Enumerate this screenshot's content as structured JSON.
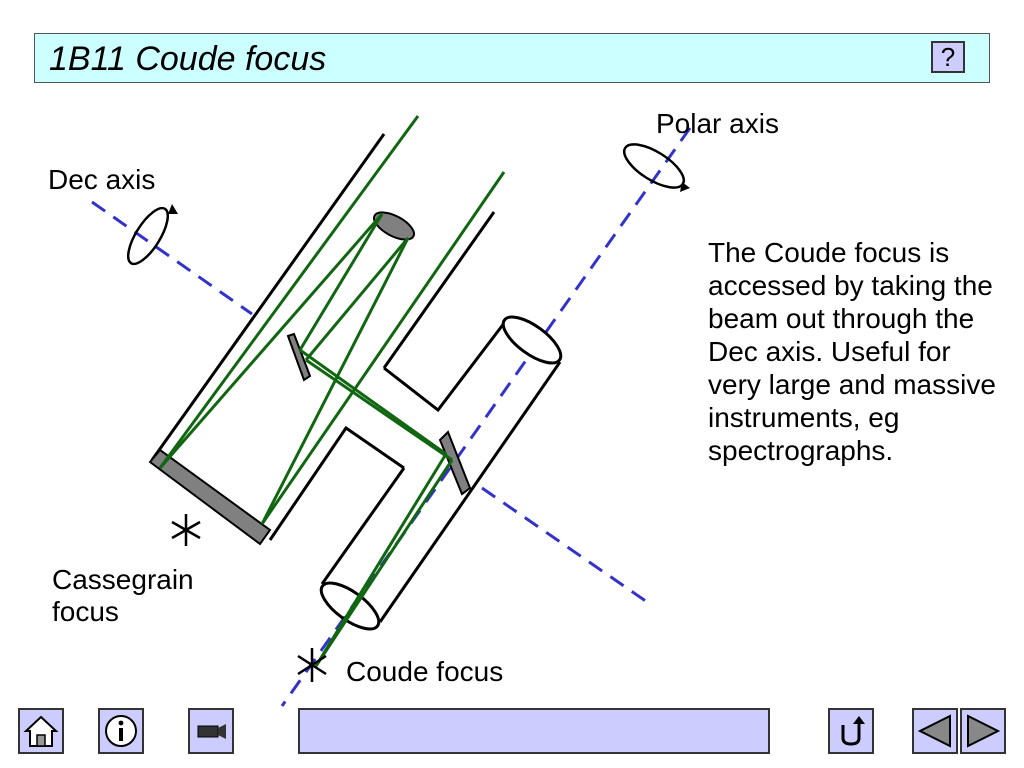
{
  "title": "1B11 Coude focus",
  "help_label": "?",
  "labels": {
    "polar_axis": "Polar axis",
    "dec_axis": "Dec axis",
    "cassegrain_line1": "Cassegrain",
    "cassegrain_line2": "focus",
    "coude_focus": "Coude focus"
  },
  "description": "The Coude focus is accessed by taking the beam out through the Dec axis. Useful for very large and massive instruments, eg spectrographs.",
  "colors": {
    "title_bg": "#ccffff",
    "button_bg": "#ccccff",
    "axis_line": "#3333cc",
    "beam": "#116611",
    "mirror": "#808080"
  },
  "nav": {
    "home_icon": "home-icon",
    "info_icon": "info-icon",
    "camera_icon": "camera-icon",
    "return_icon": "return-icon",
    "back_icon": "triangle-left-icon",
    "forward_icon": "triangle-right-icon"
  }
}
